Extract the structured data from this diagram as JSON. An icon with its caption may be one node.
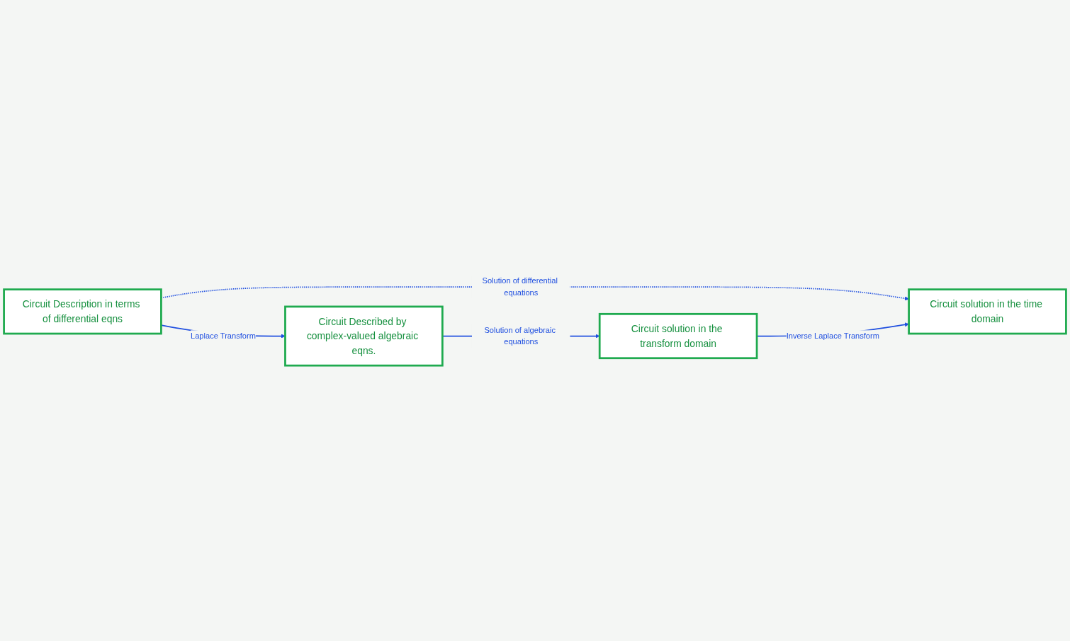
{
  "diagram": {
    "nodes": [
      {
        "text": [
          "Circuit Description in terms of differential eqns"
        ]
      },
      {
        "text": [
          "Circuit Described by complex-valued algebraic eqns."
        ]
      },
      {
        "text": [
          "Circuit solution in the time domain"
        ]
      },
      {
        "text": [
          "Circuit solution in the transform domain"
        ]
      }
    ],
    "edges": [
      {
        "from": 0,
        "to": 1,
        "arrow": "to",
        "label": "Laplace Transform"
      },
      {
        "from": 0,
        "to": 2,
        "arrow": "to",
        "label": "Solution of differential equations",
        "style": "dashed"
      },
      {
        "from": 1,
        "to": 3,
        "arrow": "to",
        "label": "Solution of algebraic equations"
      },
      {
        "from": 3,
        "to": 2,
        "arrow": "to",
        "label": "Inverse Laplace Transform"
      }
    ]
  }
}
